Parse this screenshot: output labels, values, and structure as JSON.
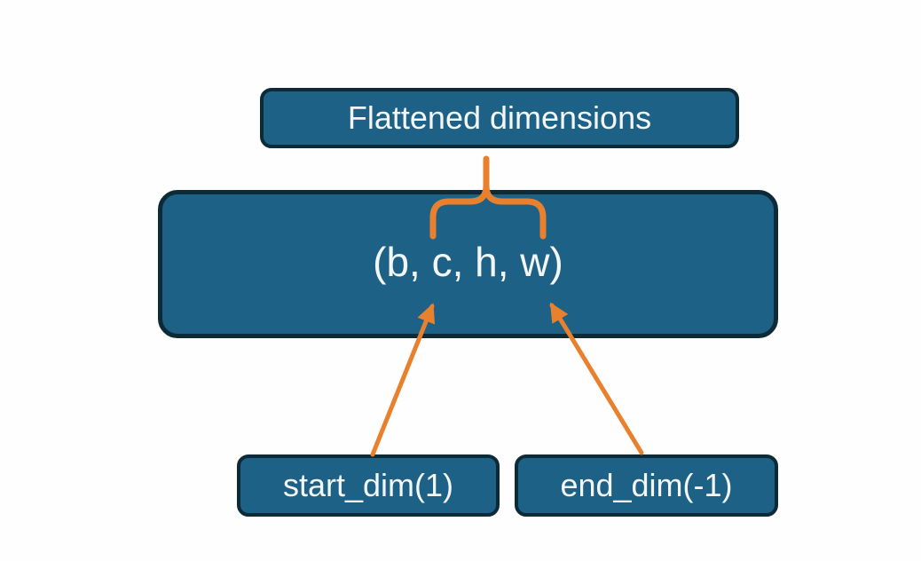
{
  "diagram": {
    "top_label": {
      "text": "Flattened dimensions"
    },
    "tensor_box": {
      "text": "(b, c, h, w)"
    },
    "start_dim_box": {
      "text": "start_dim(1)"
    },
    "end_dim_box": {
      "text": "end_dim(-1)"
    }
  },
  "colors": {
    "background": "#fefefe",
    "box_fill": "#1e6186",
    "box_border": "#0d2a37",
    "text": "#f4f6f6",
    "connector_orange": "#e8802e"
  }
}
